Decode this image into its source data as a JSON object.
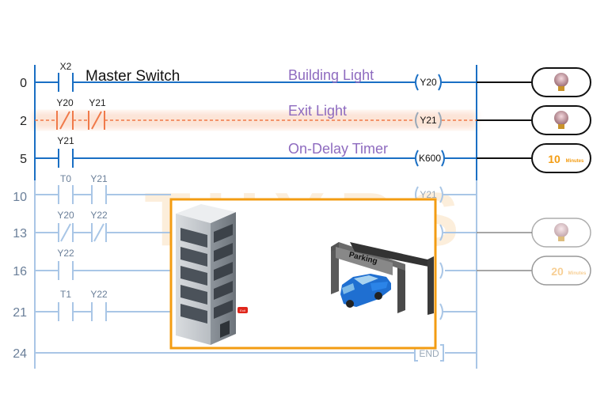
{
  "watermark": "THYRS",
  "rungs": [
    {
      "step": "0",
      "title": "Master Switch",
      "contacts": [
        "X2"
      ],
      "label": "Building Light",
      "coil": "Y20",
      "output": {
        "kind": "bulb"
      }
    },
    {
      "step": "2",
      "contacts": [
        "Y20",
        "Y21"
      ],
      "label": "Exit Light",
      "coil": "Y21",
      "output": {
        "kind": "bulb"
      }
    },
    {
      "step": "5",
      "contacts": [
        "Y21"
      ],
      "label": "On-Delay Timer",
      "coil": "K600",
      "output": {
        "kind": "timer",
        "value": "10",
        "unit": "Minutes"
      }
    },
    {
      "step": "10",
      "contacts": [
        "T0",
        "Y21"
      ],
      "coil": "Y21"
    },
    {
      "step": "13",
      "contacts": [
        "Y20",
        "Y22"
      ],
      "output": {
        "kind": "bulb"
      }
    },
    {
      "step": "16",
      "contacts": [
        "Y22"
      ],
      "output": {
        "kind": "timer",
        "value": "20",
        "unit": "Minutes"
      }
    },
    {
      "step": "21",
      "contacts": [
        "T1",
        "Y22"
      ]
    },
    {
      "step": "24",
      "coil": "END"
    }
  ],
  "scene": {
    "parking_sign": "Parking",
    "exit_sign": "Exit"
  },
  "colors": {
    "active_rail": "#1a6fc4",
    "label_purple": "#8e6bbf",
    "timer_orange": "#f39c12",
    "scene_border": "#f39c12",
    "glow": "#f7b08a"
  }
}
